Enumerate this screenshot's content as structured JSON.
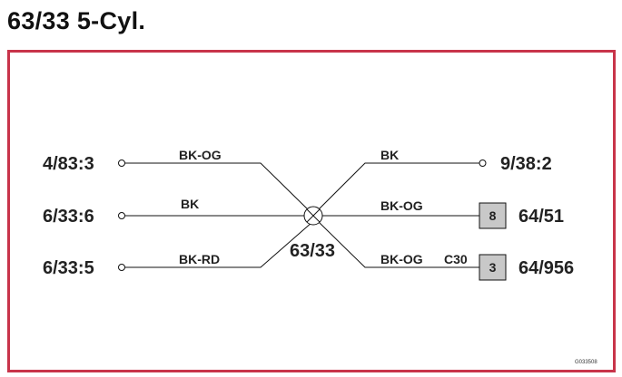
{
  "title": "63/33 5-Cyl.",
  "splice": {
    "label": "63/33"
  },
  "left_terminals": [
    {
      "id": "4/83:3",
      "wire": "BK-OG"
    },
    {
      "id": "6/33:6",
      "wire": "BK"
    },
    {
      "id": "6/33:5",
      "wire": "BK-RD"
    }
  ],
  "right_terminals": [
    {
      "id": "9/38:2",
      "wire": "BK",
      "pin": ""
    },
    {
      "id": "64/51",
      "wire": "BK-OG",
      "pin": "8"
    },
    {
      "id": "64/956",
      "wire": "BK-OG",
      "pin": "3",
      "connector": "C30"
    }
  ],
  "figure_code": "G033508",
  "colors": {
    "frame": "#c8344a",
    "connector_fill": "#c8c8c8"
  }
}
